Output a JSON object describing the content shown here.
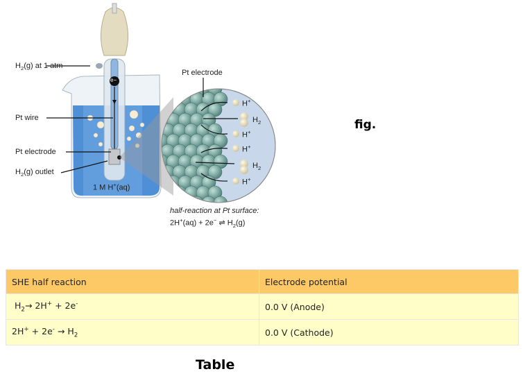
{
  "figure": {
    "labels": {
      "h2_inlet": {
        "a": "H",
        "sub": "2",
        "b": "(g) at 1 atm"
      },
      "electron": "e−",
      "pt_wire": "Pt wire",
      "pt_electrode": "Pt electrode",
      "h2_outlet": {
        "a": "H",
        "sub": "2",
        "b": "(g) outlet"
      },
      "solution": {
        "a": "1 M H",
        "sup": "+",
        "b": "(aq)"
      },
      "pt_electrode_zoom": "Pt electrode",
      "h_plus": {
        "a": "H",
        "sup": "+"
      },
      "h2": {
        "a": "H",
        "sub": "2"
      },
      "half_reaction_title": "half-reaction at Pt surface:",
      "half_reaction": {
        "a": "2H",
        "sup1": "+",
        "b": "(aq) + 2e",
        "sup2": "−",
        "arrow": " ⇌ ",
        "c": "H",
        "sub": "2",
        "d": "(g)"
      }
    },
    "caption": "fig."
  },
  "table": {
    "headers": [
      "SHE half reaction",
      "Electrode potential"
    ],
    "rows": [
      {
        "reaction": {
          "a": "H",
          "sub": "2",
          "b": "→  2H",
          "sup": "+",
          "c": " + 2e",
          "sup2": "-"
        },
        "potential": "0.0 V (Anode)"
      },
      {
        "reaction": {
          "a": "2H",
          "sup": "+",
          "b": " + 2e",
          "sup2": "-",
          "c": " →  H",
          "sub": "2"
        },
        "potential": "0.0 V (Cathode)"
      }
    ],
    "caption": "Table"
  }
}
